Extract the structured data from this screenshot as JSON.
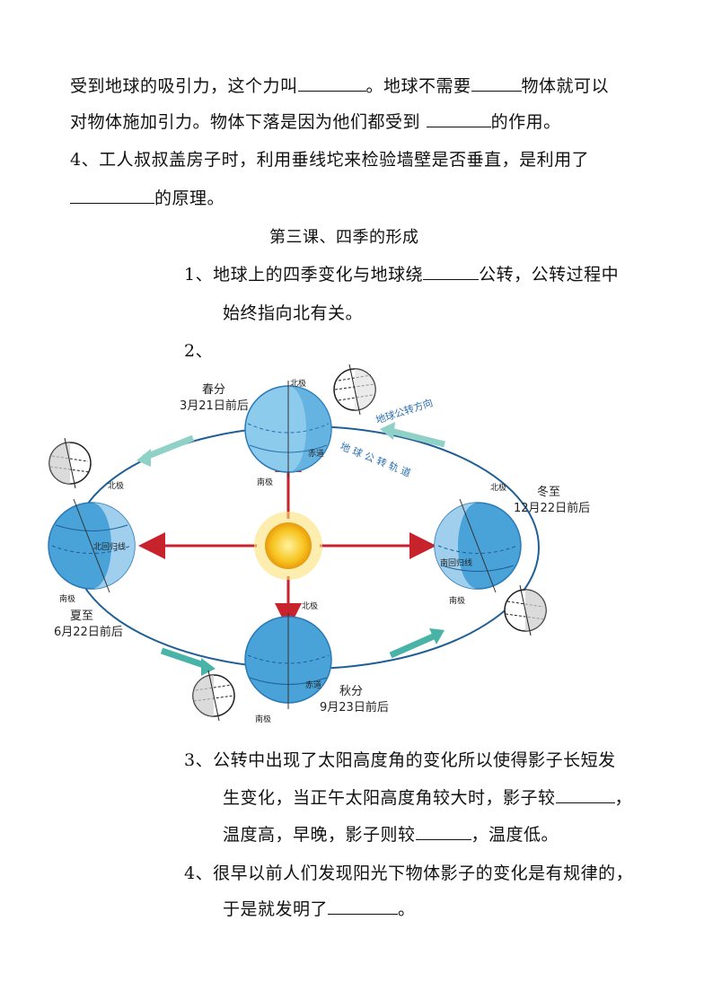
{
  "doc": {
    "p1_line1_a": "受到地球的吸引力，这个力叫",
    "p1_line1_b": "。地球不需要",
    "p1_line1_c": "物体就可以",
    "p1_line2_a": "对物体施加引力。物体下落是因为他们都受到",
    "p1_line2_b": "的作用。",
    "q4_line1": "4、工人叔叔盖房子时，利用垂线坨来检验墙壁是否垂直，是利用了",
    "q4_line2": "的原理。",
    "lesson_title": "第三课、四季的形成",
    "s1_line1_a": "1、地球上的四季变化与地球绕",
    "s1_line1_b": "公转，公转过程中",
    "s1_line2": "始终指向北有关。",
    "s2_label": "2、",
    "s3_line1": "3、公转中出现了太阳高度角的变化所以使得影子长短发",
    "s3_line2_a": "生变化，当正午太阳高度角较大时，影子较",
    "s3_line2_b": "，",
    "s3_line3_a": "温度高，早晚，影子则较",
    "s3_line3_b": "，温度低。",
    "s4_line1": "4、很早以前人们发现阳光下物体影子的变化是有规律的，",
    "s4_line2_a": "于是就发明了",
    "s4_line2_b": "。"
  },
  "diagram": {
    "spring_name": "春分",
    "spring_date": "3月21日前后",
    "summer_name": "夏至",
    "summer_date": "6月22日前后",
    "autumn_name": "秋分",
    "autumn_date": "9月23日前后",
    "winter_name": "冬至",
    "winter_date": "12月22日前后",
    "north_pole": "北极",
    "south_pole": "南极",
    "orbit_direction": "地球公转方向",
    "orbit_track": "地 球 公 转 轨 道",
    "equator": "赤道",
    "tropic_cancer": "北回归线",
    "tropic_capricorn": "南回归线"
  },
  "colors": {
    "earth": "#4aa3d8",
    "earth_light": "#a8d4ee",
    "orbit": "#1f5f95",
    "arrow": "#c8232c",
    "sun": "#f7c21c",
    "motion_arrow": "#4ab3a8"
  }
}
